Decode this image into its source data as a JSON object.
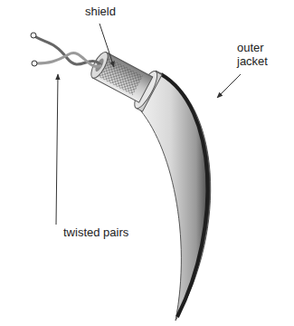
{
  "diagram": {
    "labels": [
      "shield",
      "outer jacket",
      "twisted pairs"
    ]
  }
}
